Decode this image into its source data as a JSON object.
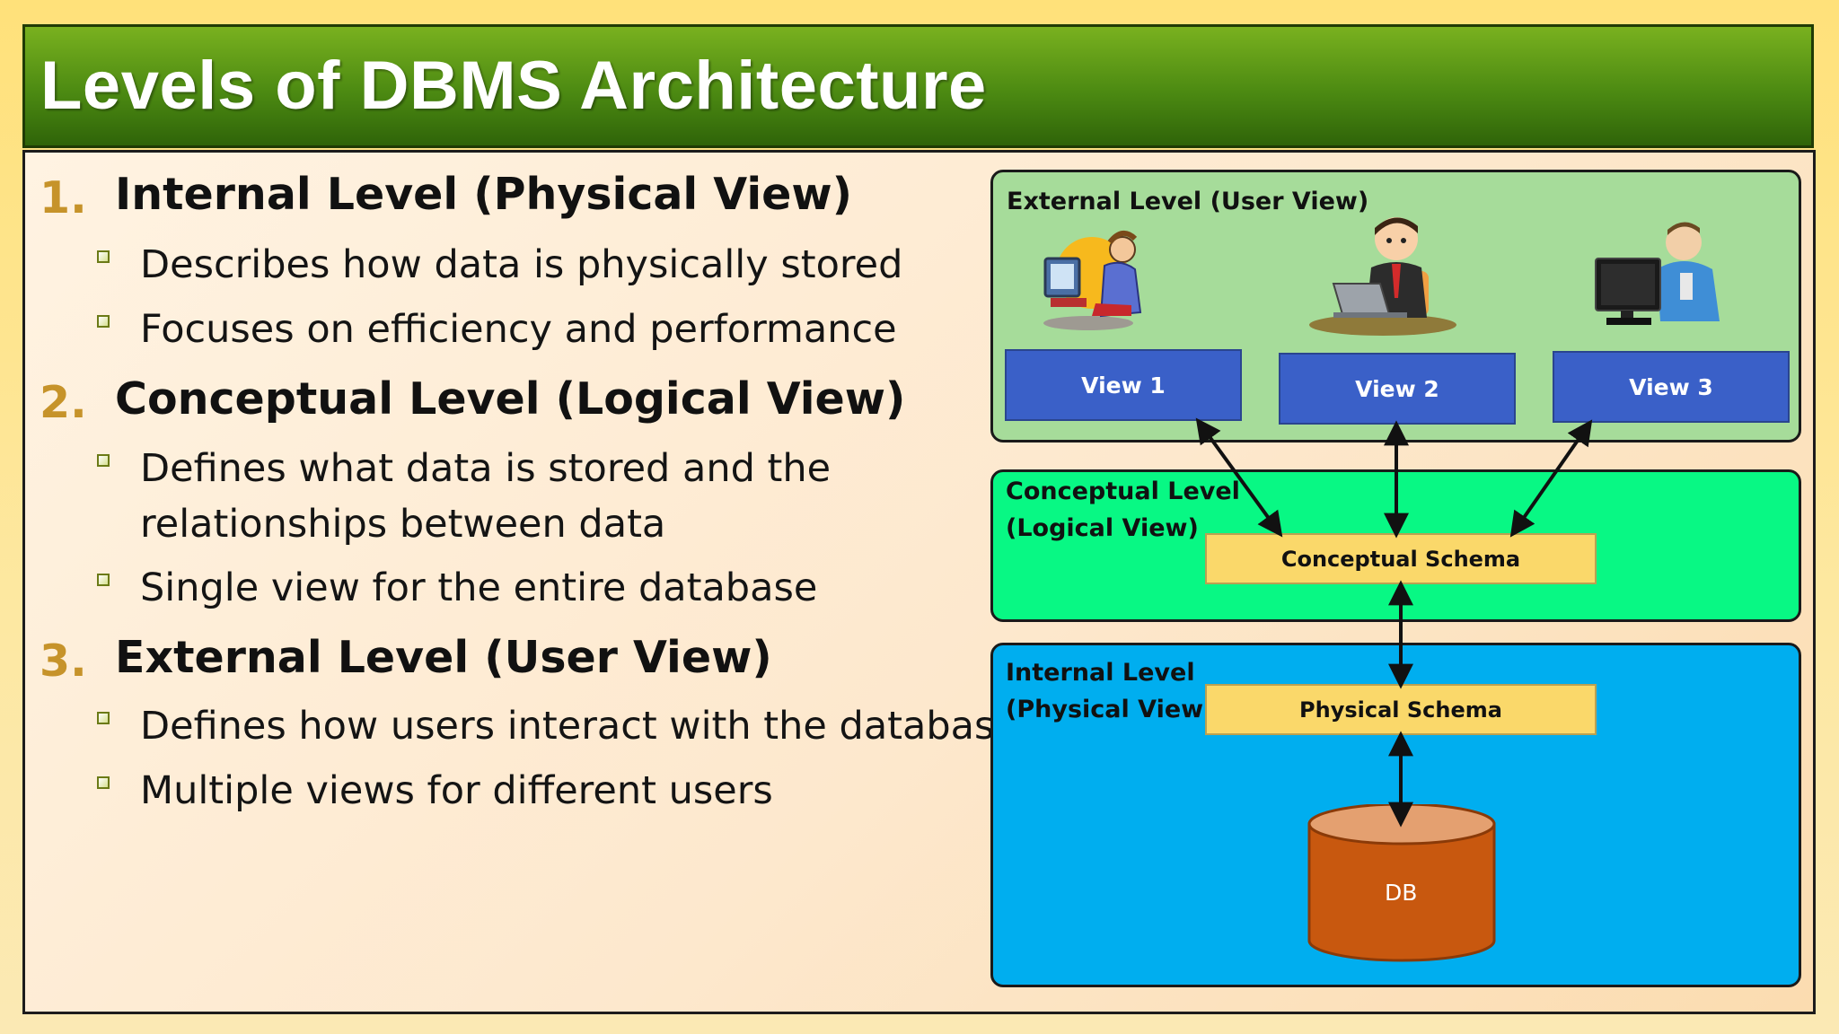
{
  "slide": {
    "title": "Levels of DBMS Architecture"
  },
  "outline": {
    "levels": [
      {
        "number": "1.",
        "heading": "Internal Level (Physical View)",
        "bullets": [
          "Describes how data is physically stored",
          "Focuses on efficiency and performance"
        ]
      },
      {
        "number": "2.",
        "heading": "Conceptual Level (Logical View)",
        "bullets": [
          "Defines what data is stored and the",
          "relationships between data",
          "Single view for the entire database"
        ]
      },
      {
        "number": "3.",
        "heading": "External Level (User View)",
        "bullets": [
          "Defines how users interact with the database",
          "Multiple views for different users"
        ]
      }
    ]
  },
  "diagram": {
    "external": {
      "label": "External Level (User View)",
      "views": [
        "View 1",
        "View 2",
        "View 3"
      ],
      "color": "#a6dc9a"
    },
    "conceptual": {
      "label_line1": "Conceptual Level",
      "label_line2": "(Logical View)",
      "schema": "Conceptual Schema",
      "color": "#08f884"
    },
    "internal": {
      "label_line1": "Internal Level",
      "label_line2": "(Physical View)",
      "schema": "Physical Schema",
      "db": "DB",
      "color": "#00aeef"
    },
    "icons": [
      "user-at-computer-icon",
      "businessman-at-laptop-icon",
      "man-at-monitor-icon"
    ]
  }
}
